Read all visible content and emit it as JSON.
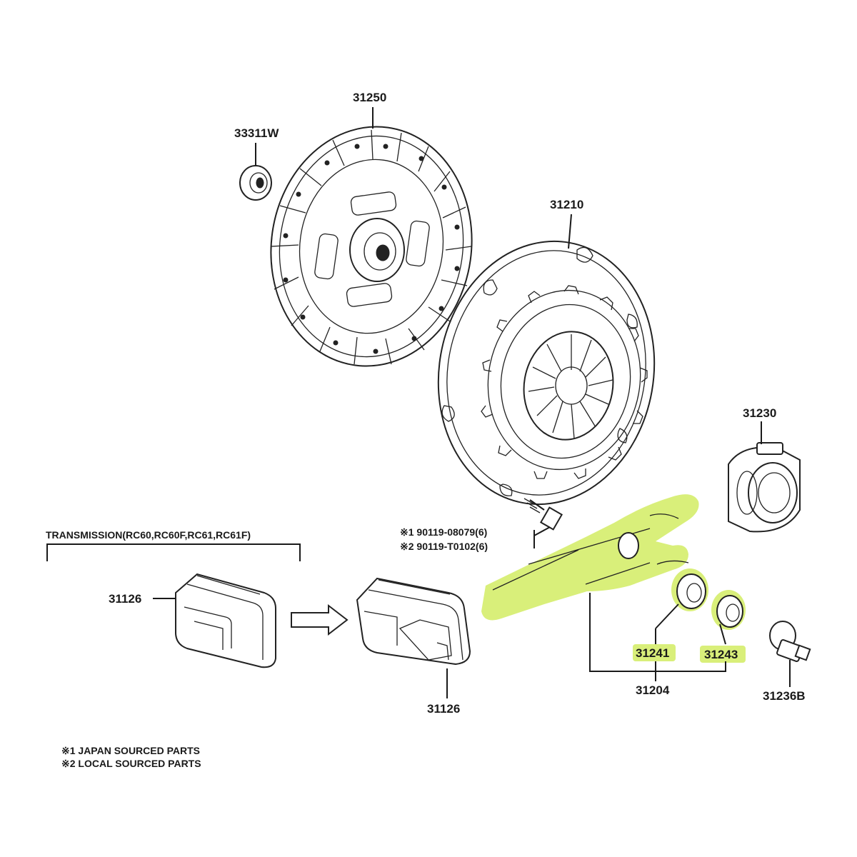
{
  "colors": {
    "line": "#1a1a1a",
    "highlight": "#d9ef7a",
    "background": "#ffffff"
  },
  "labels": {
    "p33311w": "33311W",
    "p31250": "31250",
    "p31210": "31210",
    "p31230": "31230",
    "p31126_left": "31126",
    "p31126_right": "31126",
    "p31241": "31241",
    "p31243": "31243",
    "p31204": "31204",
    "p31236b": "31236B"
  },
  "transmission_header": "TRANSMISSION(RC60,RC60F,RC61,RC61F)",
  "bolt_notes": {
    "line1": "※1 90119-08079(6)",
    "line2": "※2 90119-T0102(6)"
  },
  "footnotes": {
    "line1": "※1 JAPAN SOURCED PARTS",
    "line2": "※2 LOCAL SOURCED PARTS"
  },
  "highlighted_parts": [
    "31204 release fork",
    "31241",
    "31243"
  ]
}
